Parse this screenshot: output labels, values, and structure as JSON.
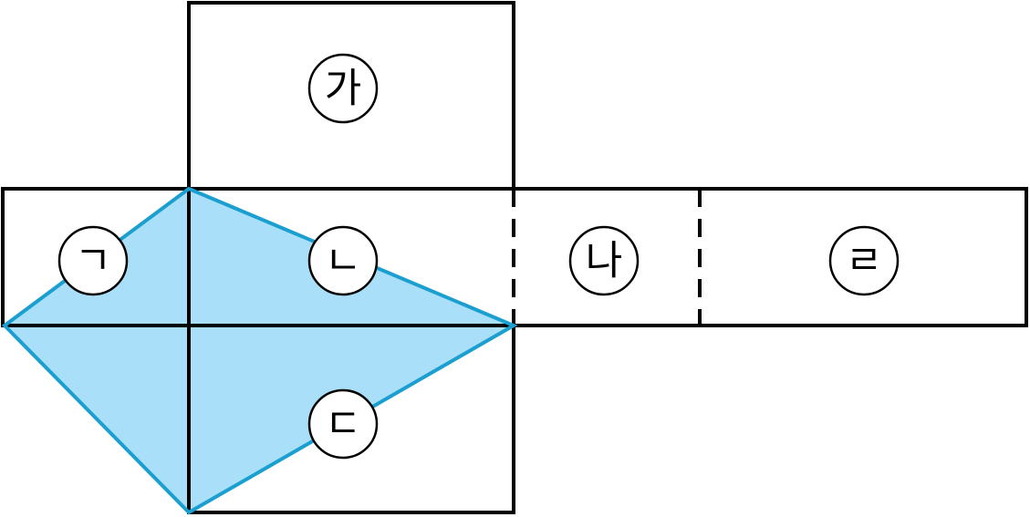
{
  "colors": {
    "outline": "#000000",
    "triangle_fill": "#aadff9",
    "triangle_stroke": "#1a9fd0",
    "background": "#ffffff"
  },
  "faces": {
    "top": {
      "label": "가"
    },
    "left": {
      "label": "ㄱ"
    },
    "center": {
      "label": "ㄴ"
    },
    "right": {
      "label": "나"
    },
    "far_right": {
      "label": "ㄹ"
    },
    "bottom": {
      "label": "ㄷ"
    }
  }
}
